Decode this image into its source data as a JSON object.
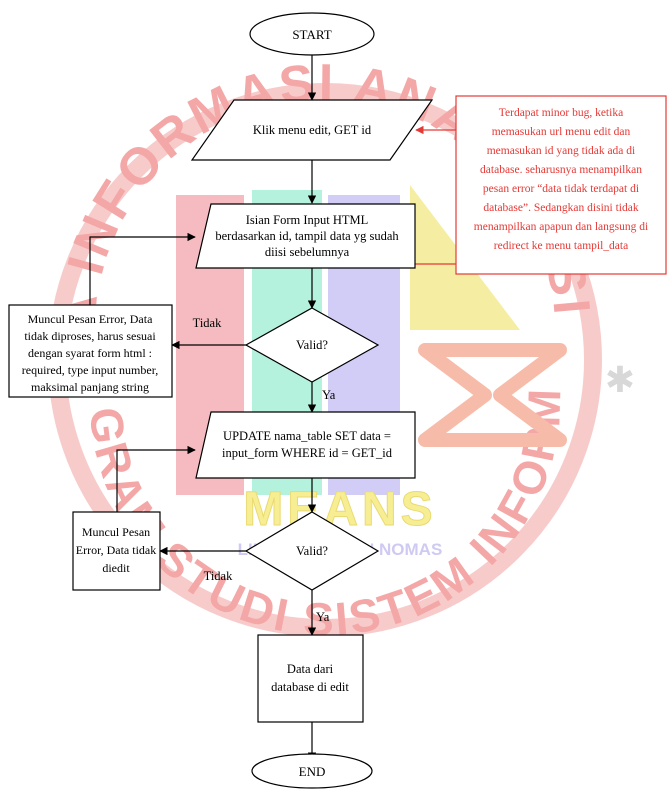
{
  "flowchart": {
    "start": "START",
    "end": "END",
    "step_get_id": "Klik menu edit, GET id",
    "step_form": [
      "Isian Form Input HTML",
      "berdasarkan id, tampil data yg sudah",
      "diisi sebelumnya"
    ],
    "decision_1": "Valid?",
    "error_1": [
      "Muncul Pesan Error, Data",
      "tidak diproses, harus sesuai",
      "dengan syarat form html :",
      "required, type input number,",
      "maksimal panjang string"
    ],
    "no_1": "Tidak",
    "yes_1": "Ya",
    "step_update": [
      "UPDATE nama_table SET data =",
      "input_form WHERE id = GET_id"
    ],
    "decision_2": "Valid?",
    "error_2": [
      "Muncul Pesan",
      "Error, Data tidak",
      "diedit"
    ],
    "no_2": "Tidak",
    "yes_2": "Ya",
    "result": [
      "Data dari",
      "database di edit"
    ]
  },
  "bug_note": {
    "lines": [
      "Terdapat minor bug, ketika",
      "memasukan url menu edit dan",
      "memasukan id yang tidak ada di",
      "database. seharusnya menampilkan",
      "pesan error “data tidak terdapat di",
      "database”. Sedangkan disini tidak",
      "menampilkan apapun dan langsung di",
      "redirect ke menu tampil_data"
    ],
    "color": "#e53935"
  },
  "watermark": {
    "top_text": "MEDIA INFORMASI ANALISA SISTEM",
    "bottom_text": "PROGRAM STUDI SISTEM INFORMASI",
    "logo_text": "MEANS",
    "sub_text": "LINTAS DISIPLIN NOMAS",
    "colors": {
      "ring": "#f4a3a3",
      "red": "#f2a0a8",
      "green": "#a8f0d8",
      "purple": "#c8c4f4",
      "yellow": "#f4ec9c",
      "orange": "#f6b49a"
    }
  }
}
